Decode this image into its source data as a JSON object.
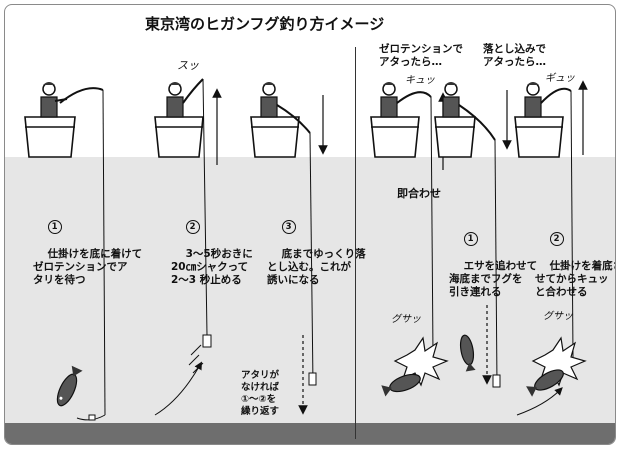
{
  "title": "東京湾のヒガンフグ釣り方イメージ",
  "left_steps": [
    {
      "num": "1",
      "text": "仕掛けを底に着けて\nゼロテンションでア\nタリを待つ"
    },
    {
      "num": "2",
      "text": "3～5秒おきに\n20㎝シャクって\n2～3 秒止める"
    },
    {
      "num": "3",
      "text": "底までゆっくり落\nとし込む。これが\n誘いになる"
    }
  ],
  "repeat_note": "アタリが\nなければ\n①～②を\n繰り返す",
  "right_headers": {
    "zero_tension": "ゼロテンションで\nアタったら…",
    "drop_in": "落とし込みで\nアタったら…"
  },
  "immediate_set": "即合わせ",
  "right_steps": [
    {
      "num": "1",
      "text": "エサを追わせて\n海底までフグを\n引き連れる"
    },
    {
      "num": "2",
      "text": "仕掛けを着底さ\nせてからキュッ\nと合わせる"
    }
  ],
  "sound_effects": {
    "sutt": "スッ",
    "kyu_1": "キュッ",
    "kyu_2": "ギュッ",
    "gusa_1": "グサッ",
    "gusa_2": "グサッ"
  },
  "colors": {
    "water": "#e6e6e6",
    "seabed": "#6e6e6e",
    "ink": "#111111"
  }
}
